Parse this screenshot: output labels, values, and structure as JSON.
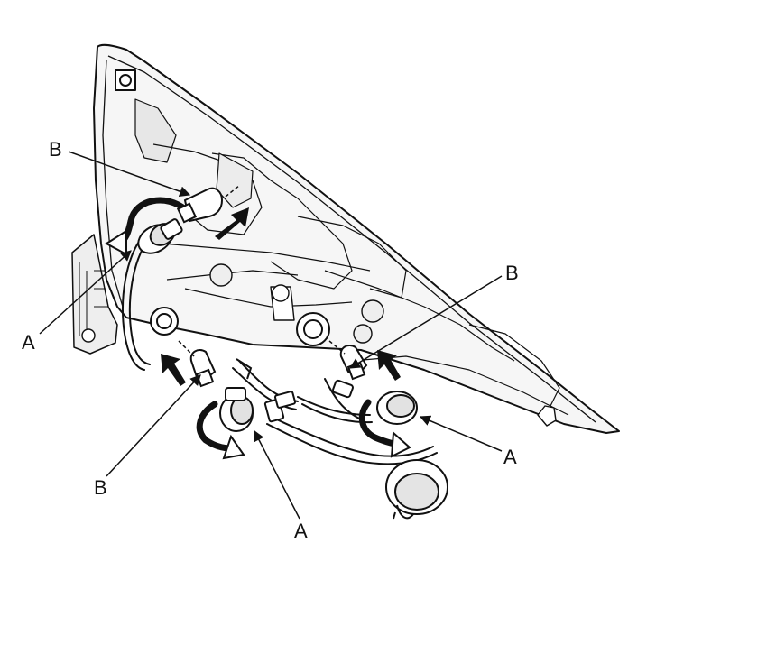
{
  "callouts": {
    "socket_top_left": "A",
    "bulb_top_left": "B",
    "bulb_right": "B",
    "socket_right": "A",
    "bulb_bottom_left": "B",
    "socket_bottom": "A"
  },
  "colors": {
    "stroke": "#111111",
    "housing_fill": "#f4f4f4",
    "shade": "#d8d8d8",
    "arrow": "#111111"
  }
}
